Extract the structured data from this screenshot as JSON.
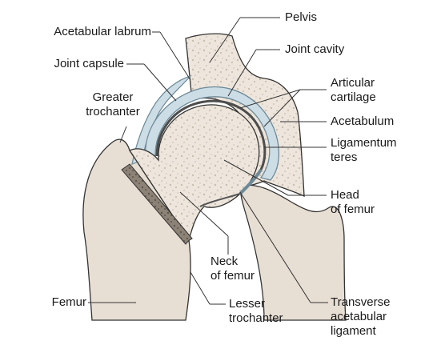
{
  "diagram": {
    "labels": {
      "pelvis": "Pelvis",
      "acetabular_labrum": "Acetabular labrum",
      "joint_cavity": "Joint cavity",
      "joint_capsule": "Joint capsule",
      "articular_cartilage": [
        "Articular",
        "cartilage"
      ],
      "greater_trochanter": [
        "Greater",
        "trochanter"
      ],
      "acetabulum": "Acetabulum",
      "ligamentum_teres": [
        "Ligamentum",
        "teres"
      ],
      "head_of_femur": [
        "Head",
        "of femur"
      ],
      "neck_of_femur": [
        "Neck",
        "of femur"
      ],
      "femur": "Femur",
      "lesser_trochanter": [
        "Lesser",
        "trochanter"
      ],
      "transverse_acetabular_ligament": [
        "Transverse",
        "acetabular",
        "ligament"
      ]
    },
    "colors": {
      "bone": "#eee6dc",
      "bone_texture": "#c9beb0",
      "cartilage": "#ccdde6",
      "cartilage_edge": "#6d8a98",
      "outline": "#333333",
      "dark_strip": "#6a6258",
      "leader": "#333333"
    }
  }
}
